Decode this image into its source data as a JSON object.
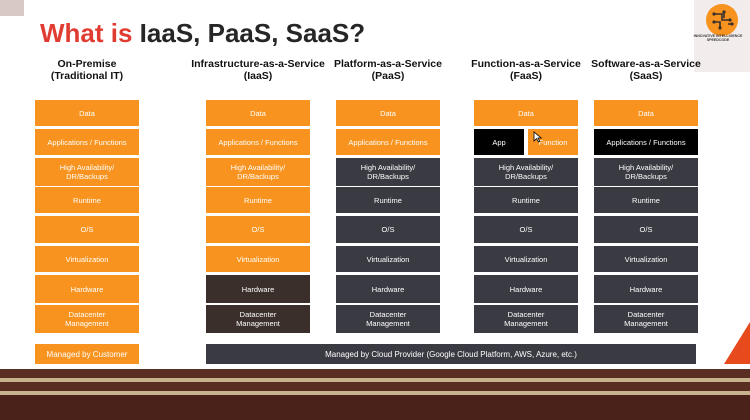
{
  "title": {
    "accent": "What is",
    "rest": " IaaS, PaaS, SaaS?"
  },
  "logo": {
    "text": "INNOVATIVE INTELLIGENCE SPEEDCODE",
    "icon": "brain-circuit-icon"
  },
  "columns": [
    {
      "heading": [
        "On-Premise",
        "(Traditional IT)"
      ],
      "cells": [
        "Data",
        "Applications / Functions",
        "High Availability/\nDR/Backups",
        "Runtime",
        "O/S",
        "Virtualization",
        "Hardware",
        "Datacenter\nManagement"
      ]
    },
    {
      "heading": [
        "Infrastructure-as-a-Service",
        "(IaaS)"
      ],
      "cells": [
        "Data",
        "Applications / Functions",
        "High Availability/\nDR/Backups",
        "Runtime",
        "O/S",
        "Virtualization",
        "Hardware",
        "Datacenter\nManagement"
      ]
    },
    {
      "heading": [
        "Platform-as-a-Service",
        "(PaaS)"
      ],
      "cells": [
        "Data",
        "Applications / Functions",
        "High Availability/\nDR/Backups",
        "Runtime",
        "O/S",
        "Virtualization",
        "Hardware",
        "Datacenter\nManagement"
      ]
    },
    {
      "heading": [
        "Function-as-a-Service",
        "(FaaS)"
      ],
      "cells": [
        "Data",
        "",
        "High Availability/\nDR/Backups",
        "Runtime",
        "O/S",
        "Virtualization",
        "Hardware",
        "Datacenter\nManagement"
      ],
      "split": [
        "App",
        "Function"
      ]
    },
    {
      "heading": [
        "Software-as-a-Service",
        "(SaaS)"
      ],
      "cells": [
        "Data",
        "Applications / Functions",
        "High Availability/\nDR/Backups",
        "Runtime",
        "O/S",
        "Virtualization",
        "Hardware",
        "Datacenter\nManagement"
      ]
    }
  ],
  "legend": {
    "customer": "Managed by Customer",
    "cloud": "Managed by Cloud Provider (Google Cloud Platform, AWS, Azure, etc.)"
  },
  "colors": {
    "customer": "#f7931e",
    "provider": "#3a3a42",
    "provider_dark": "#3a2f2a",
    "black": "#000000",
    "accent": "#e03c31"
  }
}
